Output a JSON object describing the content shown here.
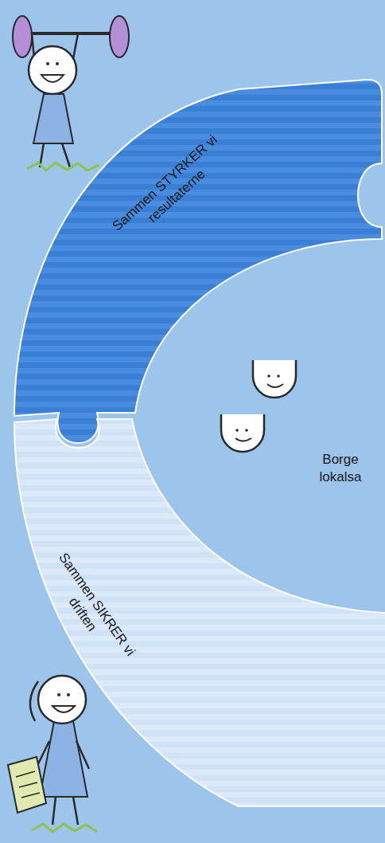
{
  "diagram": {
    "nodes": [
      {
        "text": [
          "Sammen STYRKER vi resultaterne"
        ]
      },
      {
        "text": [
          "Sammen SIKRER vi driften"
        ]
      }
    ],
    "labels": [
      "Borge lokalsa"
    ]
  }
}
